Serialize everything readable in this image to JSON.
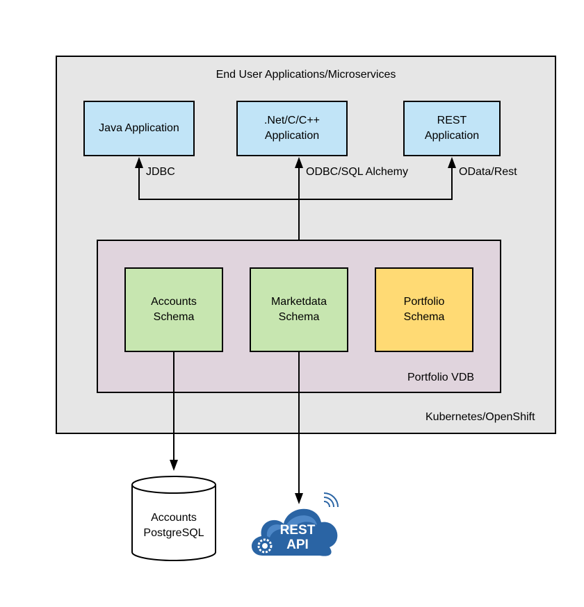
{
  "outer": {
    "title": "End User Applications/Microservices",
    "platform": "Kubernetes/OpenShift"
  },
  "apps": [
    {
      "label": "Java Application",
      "protocol": "JDBC"
    },
    {
      "label": ".Net/C/C++\nApplication",
      "protocol": "ODBC/SQL Alchemy"
    },
    {
      "label": "REST\nApplication",
      "protocol": "OData/Rest"
    }
  ],
  "vdb": {
    "name": "Portfolio VDB",
    "schemas": [
      {
        "label": "Accounts\nSchema"
      },
      {
        "label": "Marketdata\nSchema"
      },
      {
        "label": "Portfolio\nSchema"
      }
    ]
  },
  "database": {
    "label": "Accounts\nPostgreSQL"
  },
  "rest_api": {
    "line1": "REST",
    "line2": "API"
  },
  "colors": {
    "outer_fill": "#e6e6e6",
    "app_fill": "#c1e4f7",
    "vdb_fill": "#e0d4dd",
    "schema_green": "#c7e6b0",
    "schema_yellow": "#ffda74",
    "cloud_blue": "#2a64a4"
  }
}
